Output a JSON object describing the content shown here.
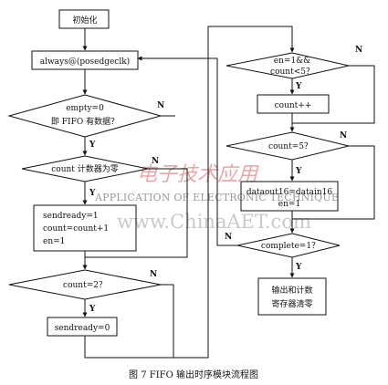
{
  "flow": {
    "init": "初始化",
    "always": "always@(posedgeclk)",
    "empty_line1": "empty=0",
    "empty_line2": "即 FIFO 有数据？",
    "count_zero": "count 计数器为零",
    "send1_line1": "sendready=1",
    "send1_line2": "count=count+1",
    "send1_line3": "en=1",
    "count2": "count=2？",
    "send0": "sendready=0",
    "en1_line1": "en=1&&",
    "en1_line2": "count<5？",
    "countpp": "count++",
    "count5": "count=5？",
    "dataout_line1": "dataout16=datain16",
    "dataout_line2": "en=1",
    "complete": "complete=1？",
    "final_line1": "输出和计数",
    "final_line2": "寄存器清零",
    "yes": "Y",
    "no": "N"
  },
  "watermark": {
    "line1": "电子技术应用",
    "line2": "APPLICATION OF ELECTRONIC TECHNIQUE",
    "line3": "www.ChinaAET.com"
  },
  "caption": "图 7 FIFO 输出时序模块流程图"
}
